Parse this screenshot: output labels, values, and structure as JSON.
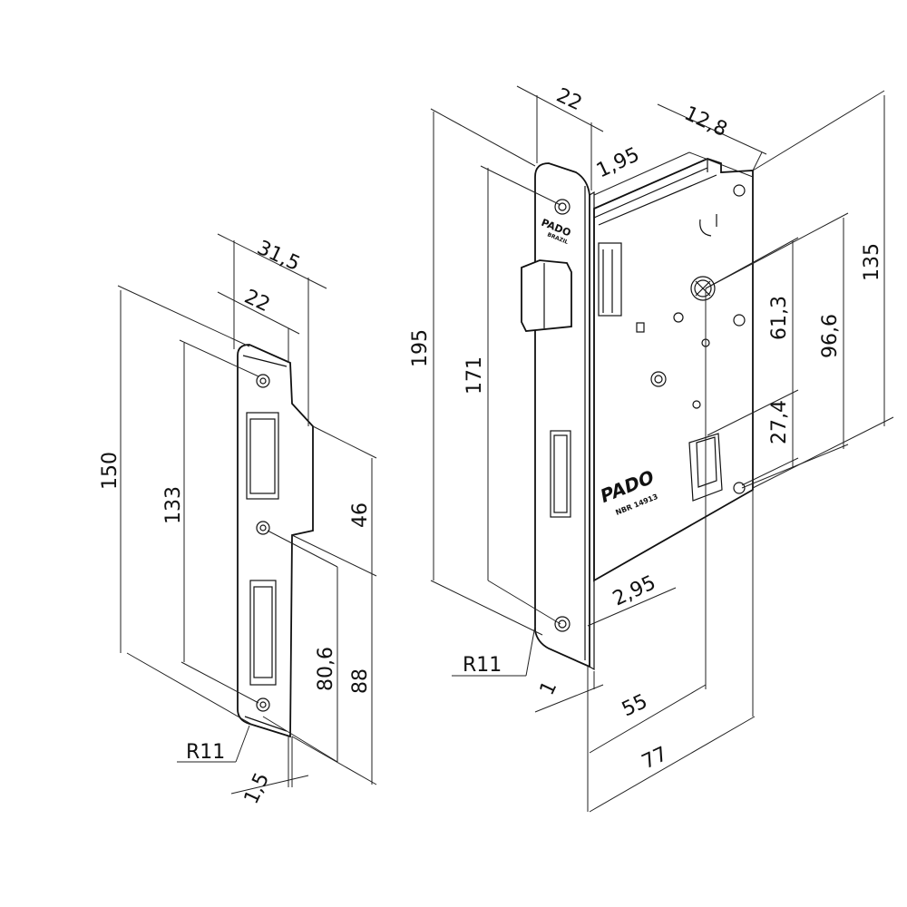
{
  "strike_plate": {
    "dims": {
      "width_total": "31,5",
      "width_face": "22",
      "height_total": "150",
      "hole_spacing": "133",
      "lip_height": "46",
      "lower_hole": "80,6",
      "lower_height": "88",
      "radius": "R11",
      "thickness": "1,5"
    }
  },
  "lock_body": {
    "dims": {
      "faceplate_width": "22",
      "body_thickness": "12,8",
      "offset_top": "1,95",
      "faceplate_height": "195",
      "hole_spacing": "171",
      "body_height": "135",
      "cylinder_to_bottom": "96,6",
      "spindle_to_cylinder": "61,3",
      "cylinder_hole": "27,4",
      "offset_bottom": "2,95",
      "radius": "R11",
      "faceplate_thickness": "1",
      "backset": "55",
      "body_depth": "77"
    },
    "logo_faceplate": "PADO",
    "logo_faceplate_sub": "BRAZIL",
    "logo_body": "PADO",
    "standard": "NBR 14913"
  }
}
